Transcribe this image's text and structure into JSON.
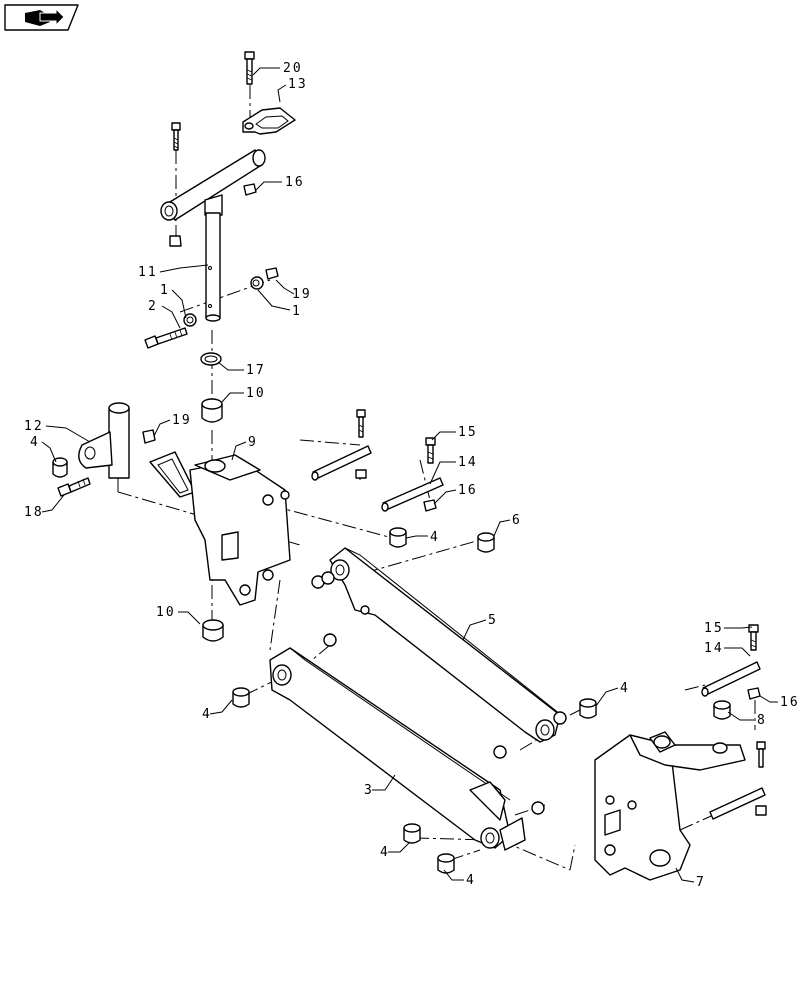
{
  "nav": {
    "icon": "book-arrow-icon"
  },
  "callouts": {
    "c20": "20",
    "c13": "13",
    "c16a": "16",
    "c11": "11",
    "c1a": "1",
    "c2": "2",
    "c19a": "19",
    "c1b": "1",
    "c17": "17",
    "c10a": "10",
    "c12": "12",
    "c19b": "19",
    "c4a": "4",
    "c18": "18",
    "c9": "9",
    "c15a": "15",
    "c14a": "14",
    "c16b": "16",
    "c6": "6",
    "c4b": "4",
    "c10b": "10",
    "c5": "5",
    "c15b": "15",
    "c14b": "14",
    "c4c": "4",
    "c16c": "16",
    "c8": "8",
    "c4d": "4",
    "c3": "3",
    "c4e": "4",
    "c4f": "4",
    "c7": "7"
  }
}
